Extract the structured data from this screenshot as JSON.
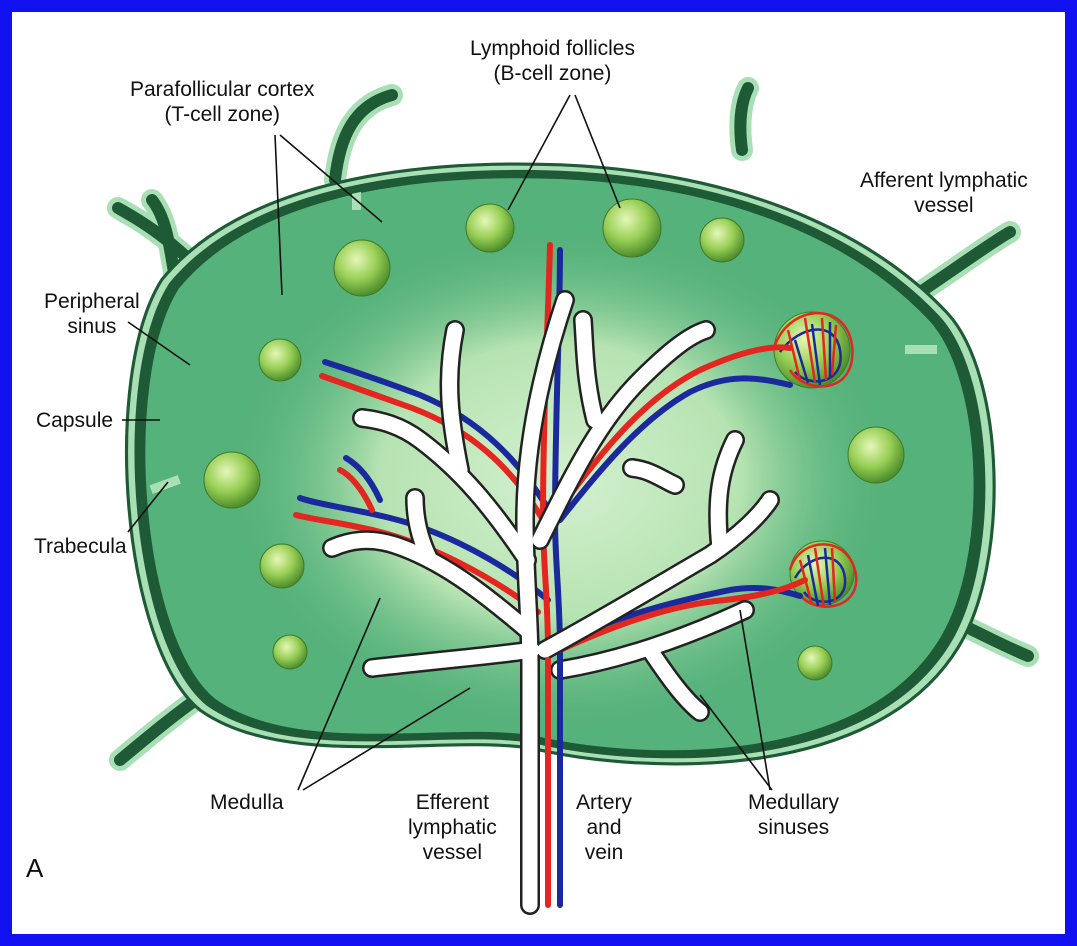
{
  "colors": {
    "frame": "#1010f0",
    "background": "#ffffff",
    "capsule": "#1f5a36",
    "node_fill": "#55b27a",
    "medulla_glow": "#bfe8bc",
    "follicle": "#8dc850",
    "artery": "#e3261f",
    "vein": "#1a2a9c",
    "sinus": "#ffffff"
  },
  "panel_letter": "A",
  "labels": {
    "lymphoid_follicles": [
      "Lymphoid follicles",
      "(B-cell zone)"
    ],
    "parafollicular_cortex": [
      "Parafollicular cortex",
      "(T-cell zone)"
    ],
    "afferent_lymphatic_vessel": [
      "Afferent lymphatic",
      "vessel"
    ],
    "peripheral_sinus": [
      "Peripheral",
      "sinus"
    ],
    "capsule": "Capsule",
    "trabecula": "Trabecula",
    "medulla": "Medulla",
    "efferent_lymphatic_vessel": [
      "Efferent",
      "lymphatic",
      "vessel"
    ],
    "artery_and_vein": [
      "Artery",
      "and",
      "vein"
    ],
    "medullary_sinuses": [
      "Medullary",
      "sinuses"
    ]
  }
}
